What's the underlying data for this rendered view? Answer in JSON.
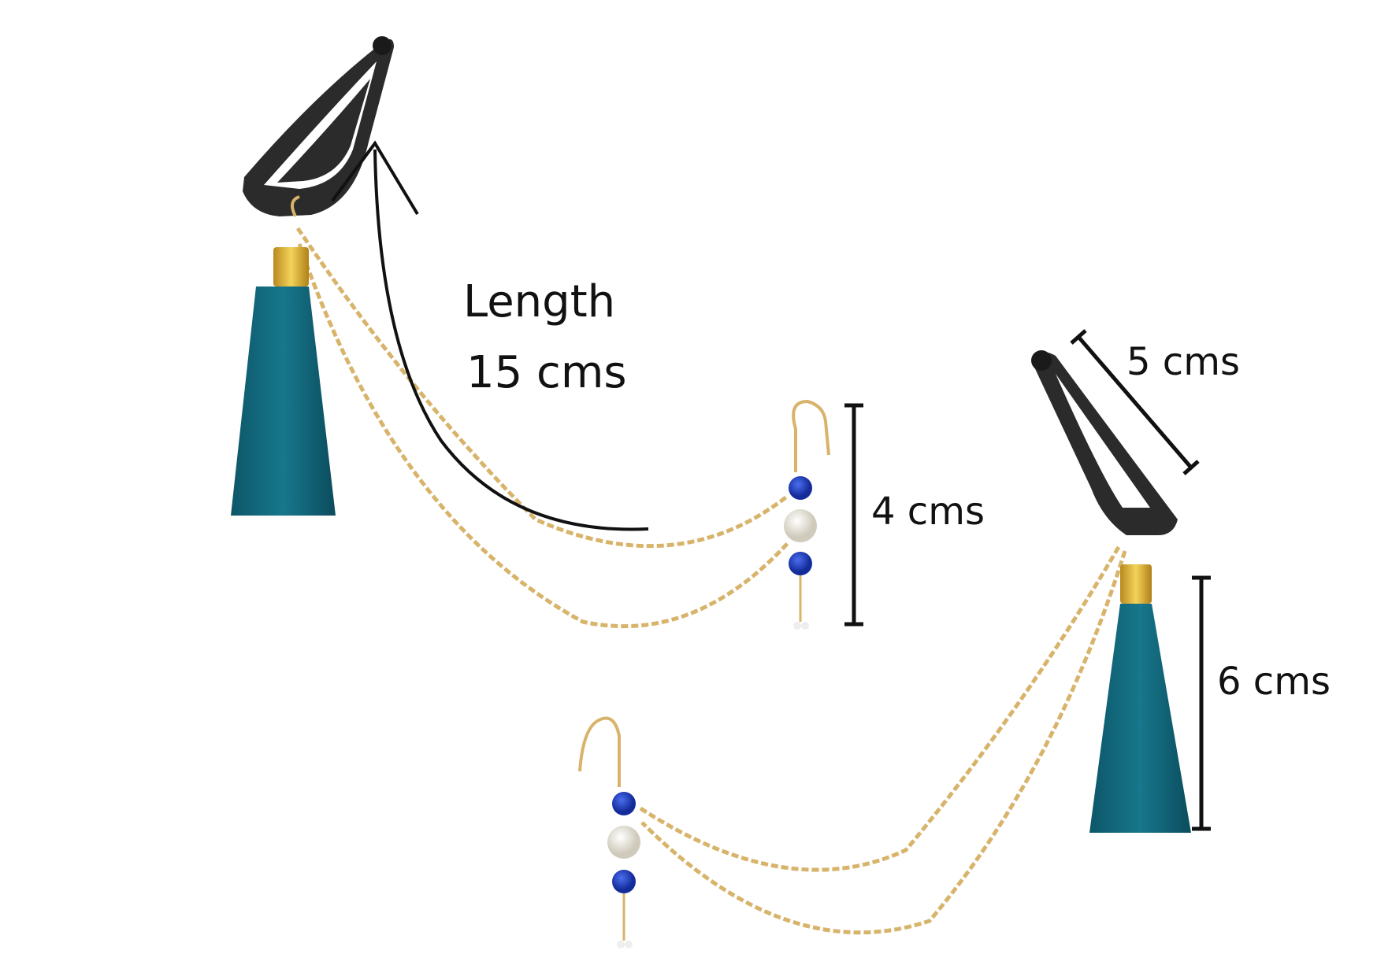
{
  "annotations": {
    "length_label": "Length",
    "length_value": "15 cms",
    "earring_drop": "4 cms",
    "clip_length": "5 cms",
    "tassel_length": "6 cms"
  },
  "colors": {
    "clip": "#2b2b2b",
    "tassel": "#0f5f73",
    "gold": "#d8b36a",
    "bead_blue": "#1b3fb8",
    "pearl": "#f1efe6",
    "annotation": "#111111"
  }
}
